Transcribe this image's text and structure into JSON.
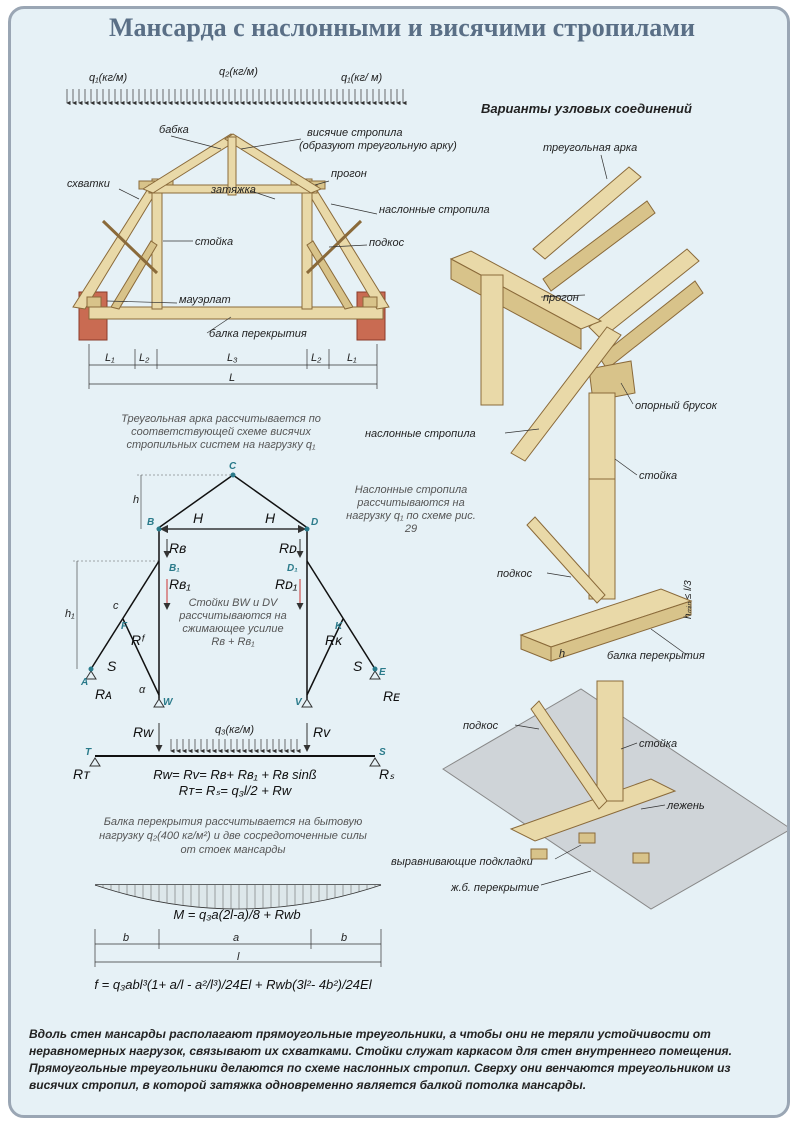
{
  "title": "Мансарда с наслонными и висячими стропилами",
  "loads": {
    "q1_left": "q₁(кг/м)",
    "q2": "q₂(кг/м)",
    "q1_right": "q₁(кг/ м)"
  },
  "roof_labels": {
    "babka": "бабка",
    "visyachie_1": "висячие стропила",
    "visyachie_2": "(образуют треугольную арку)",
    "skhvatki": "схватки",
    "zatyazhka": "затяжка",
    "progon": "прогон",
    "naslonnye": "наслонные стропила",
    "stoyka": "стойка",
    "podkos": "подкос",
    "mauerlat": "мауэрлат",
    "balka": "балка перекрытия"
  },
  "dims": {
    "L1": "L₁",
    "L2": "L₂",
    "L3": "L₃",
    "L": "L"
  },
  "note_arch": [
    "Треугольная арка рассчитывается по",
    "соответствующей схеме висячих",
    "стропильных систем на нагрузку q₁"
  ],
  "note_rafters": [
    "Наслонные стропила",
    "рассчитываются на",
    "нагрузку q₁ по схеме рис.",
    "29"
  ],
  "note_posts": [
    "Стойки BW и DV",
    "рассчитываются на",
    "сжимающее усилие",
    "Rʙ + Rʙ₁"
  ],
  "scheme": {
    "C": "C",
    "B": "B",
    "D": "D",
    "H1": "H",
    "H2": "H",
    "h": "h",
    "h1": "h₁",
    "Rb": "Rʙ",
    "Rd": "Rᴅ",
    "B1": "B₁",
    "D1": "D₁",
    "Rb1": "Rʙ₁",
    "Rd1": "Rᴅ₁",
    "c": "c",
    "F": "F",
    "K": "K",
    "Rf": "Rᶠ",
    "Rk": "Rᴋ",
    "S1": "S",
    "S2": "S",
    "A": "A",
    "E": "E",
    "Ra": "Rᴀ",
    "Re": "Rᴇ",
    "alpha": "α",
    "W": "W",
    "V": "V",
    "Rw": "Rᴡ",
    "Rv": "Rᴠ",
    "q3": "q₃(кг/м)",
    "T": "T",
    "S": "S",
    "Rt": "Rᴛ",
    "Rs": "Rₛ"
  },
  "eq1": "Rᴡ= Rᴠ= Rʙ+ Rʙ₁ + Rʙ sinß",
  "eq2": "Rᴛ= Rₛ= q₃l/2 + Rᴡ",
  "note_beam": [
    "Балка перекрытия рассчитывается на бытовую",
    "нагрузку q₂(400 кг/м²) и две сосредоточенные силы",
    "от стоек мансарды"
  ],
  "moment": "M = q₃a(2l-a)/8 + Rᴡb",
  "beam_dims": {
    "b1": "b",
    "a": "a",
    "b2": "b",
    "l": "l"
  },
  "deflection": "f = q₃abl³(1+ a/l - a²/l³)/24El + Rᴡb(3l²- 4b²)/24El",
  "nodes_title": "Варианты узловых соединений",
  "node_labels": {
    "arch": "треугольная арка",
    "progon": "прогон",
    "brusok": "опорный брусок",
    "naslonnye": "наслонные стропила",
    "stoyka": "стойка",
    "podkos": "подкос",
    "hmin": "hₘᵢₙ ≤ l/3",
    "h": "h",
    "balka": "балка перекрытия",
    "podkos2": "подкос",
    "stoyka2": "стойка",
    "lezhen": "лежень",
    "podkladki": "выравнивающие подкладки",
    "perekrytie": "ж.б. перекрытие"
  },
  "caption": "Вдоль стен мансарды располагают прямоугольные треугольники, а чтобы они не теряли устойчивости от неравномерных нагрузок, связывают их схватками. Стойки служат каркасом для стен внутреннего помещения. Прямоугольные треугольники делаются по схеме наслонных стропил. Сверху они венчаются треугольником из висячих стропил, в которой затяжка одновременно является балкой потолка мансарды."
}
